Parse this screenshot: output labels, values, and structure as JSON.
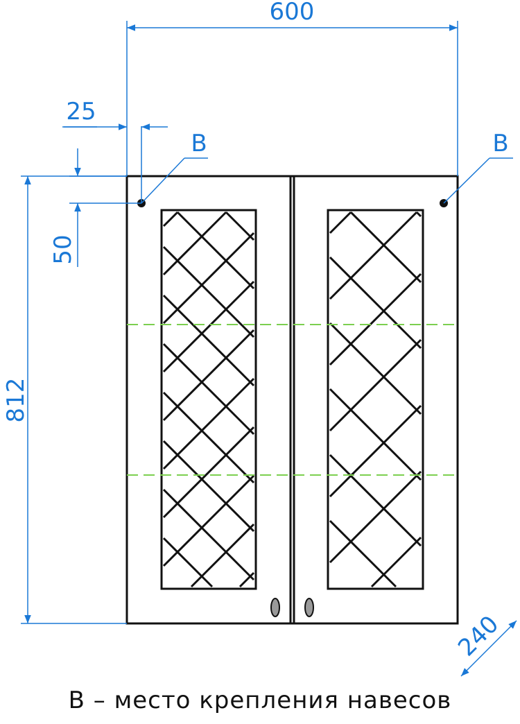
{
  "dimensions": {
    "width": "600",
    "height": "812",
    "depth": "240",
    "hanger_offset_x": "25",
    "hanger_offset_y": "50"
  },
  "markers": {
    "left_label": "B",
    "right_label": "B"
  },
  "caption": "В – место крепления навесов",
  "colors": {
    "dimension": "#1a78d6",
    "outline": "#111111",
    "shelf_line": "#7ccf4f"
  }
}
